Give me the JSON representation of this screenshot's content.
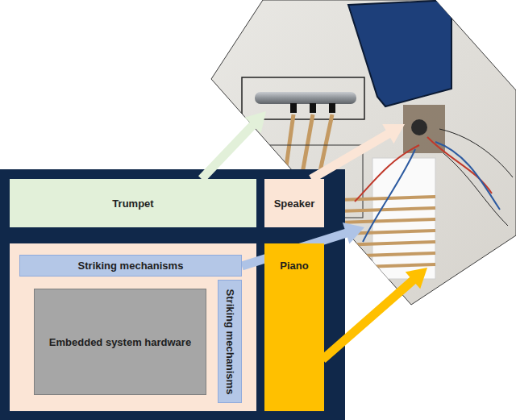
{
  "diagram": {
    "nodes": [
      {
        "text": [
          "Trumpet"
        ]
      },
      {
        "text": [
          "Speaker"
        ]
      },
      {
        "text": [
          "Striking mechanisms"
        ]
      },
      {
        "text": [
          "Striking mechanisms"
        ]
      },
      {
        "text": [
          "Embedded system hardware"
        ]
      },
      {
        "text": [
          "Piano"
        ]
      }
    ]
  }
}
